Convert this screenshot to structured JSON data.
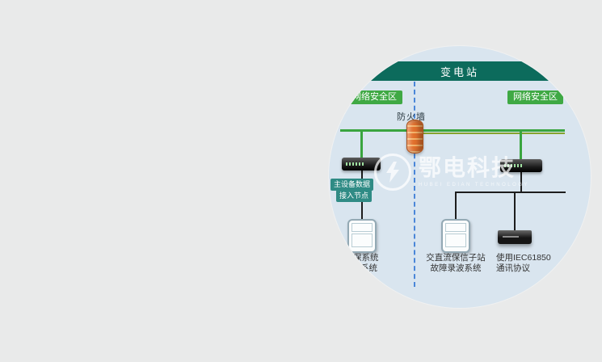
{
  "scene": {
    "background_color": "#e9eaea"
  },
  "diagram": {
    "title": "变电站",
    "zone_left": "网络安全区",
    "zone_right": "网络安全区",
    "firewall_label": "防火墙",
    "access_node": {
      "line1": "主设备数据",
      "line2": "接入节点"
    },
    "captions": {
      "left": {
        "line1": "保系统",
        "line2": "系统"
      },
      "middle": {
        "line1": "交直流保信子站",
        "line2": "故障录波系统"
      },
      "right": {
        "line1": "使用IEC61850",
        "line2": "通讯协议"
      }
    },
    "watermark": {
      "brand": "鄂电科技",
      "subtitle": "HUBEI EDIAN TECHNOLOGY"
    },
    "icons": {
      "firewall": "brick-cylinder",
      "switch": "rack-switch",
      "relay_device": "panel-grid-box",
      "fault_recorder": "black-chassis",
      "watermark_logo": "lightning-ring"
    },
    "colors": {
      "header_bar": "#0c6b5c",
      "zone_label": "#3fa944",
      "node_chip": "#2f8b85",
      "bus_line": "#3aa53f",
      "bus_line_secondary": "#86a32e",
      "divider_dashed": "#4a86d8",
      "circle_background": "#d9e5ef",
      "firewall_orange": "#e2702c"
    }
  }
}
